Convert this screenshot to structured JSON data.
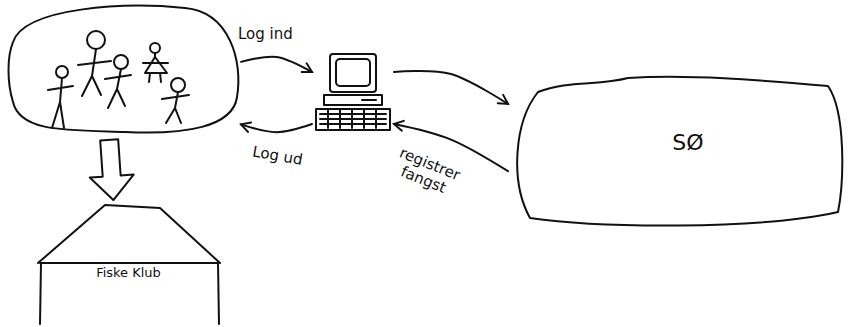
{
  "diagram": {
    "nodes": [
      {
        "text": []
      },
      {
        "text": []
      },
      {
        "text": [
          "SØ"
        ]
      },
      {
        "text": [
          "Fiske Klub"
        ]
      }
    ],
    "edges": [
      {
        "from": 0,
        "to": 1,
        "label": "Log ind",
        "arrow": "to"
      },
      {
        "from": 1,
        "to": 0,
        "label": "Log ud",
        "arrow": "to"
      },
      {
        "from": 1,
        "to": 2,
        "arrow": "to"
      },
      {
        "from": 2,
        "to": 1,
        "label": "registrer fangst",
        "arrow": "to"
      },
      {
        "from": 0,
        "to": 3,
        "arrow": "to"
      }
    ]
  }
}
